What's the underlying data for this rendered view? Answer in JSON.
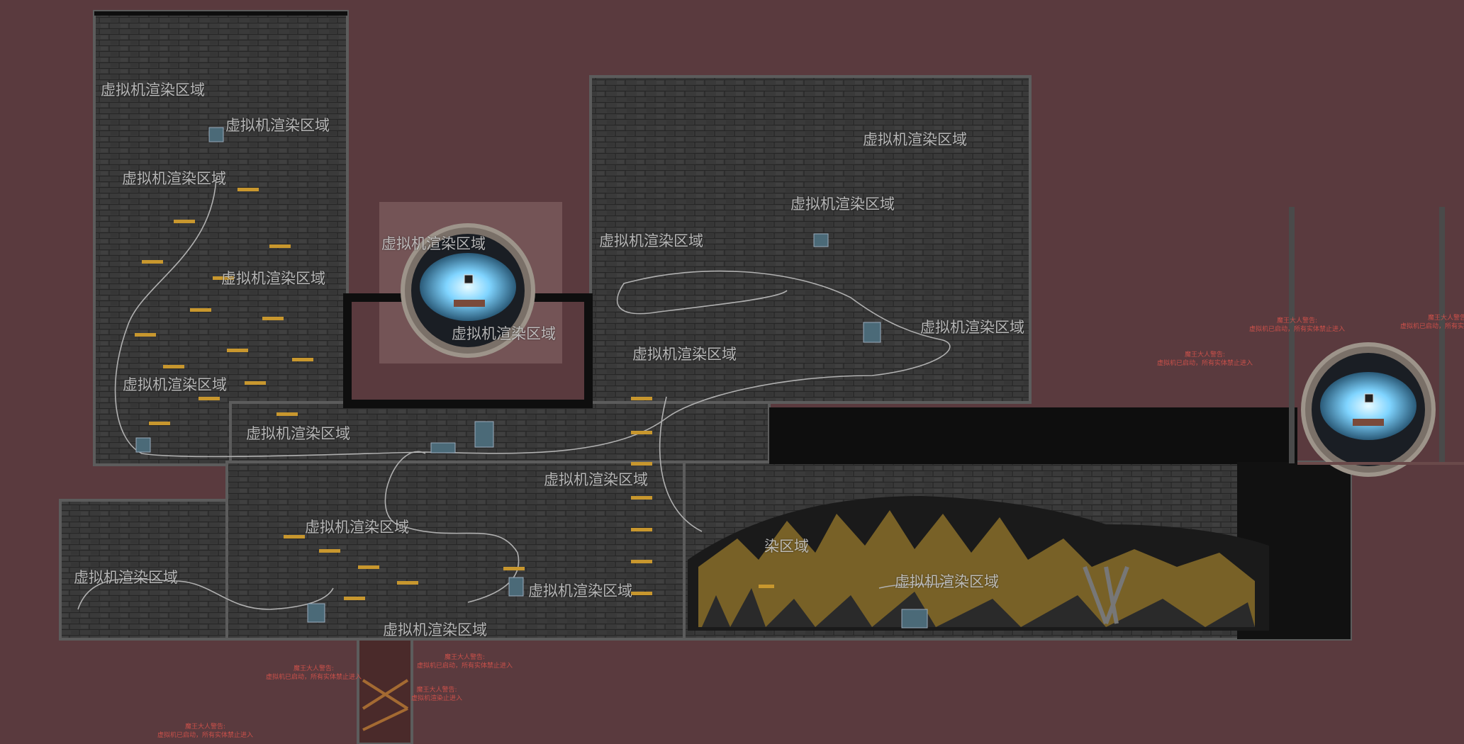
{
  "zone_label": "虚拟机渲染区域",
  "partial_zone_label": "染区域",
  "warning_title": "魔王大人警告:",
  "warning_body": "虚拟机已启动，所有实体禁止进入",
  "warning_body_short": "虚拟机渲染止进入",
  "colors": {
    "background": "#5a3a3e",
    "brick": "#3a3a3a",
    "brick_line": "#2a2a2a",
    "frame": "#555555",
    "void": "#101010",
    "plank": "#c8972e",
    "cave": "#8a6e2a",
    "portal": "#7fd4ff",
    "warning": "#c9504a",
    "highlight": "#8a6a6a"
  }
}
